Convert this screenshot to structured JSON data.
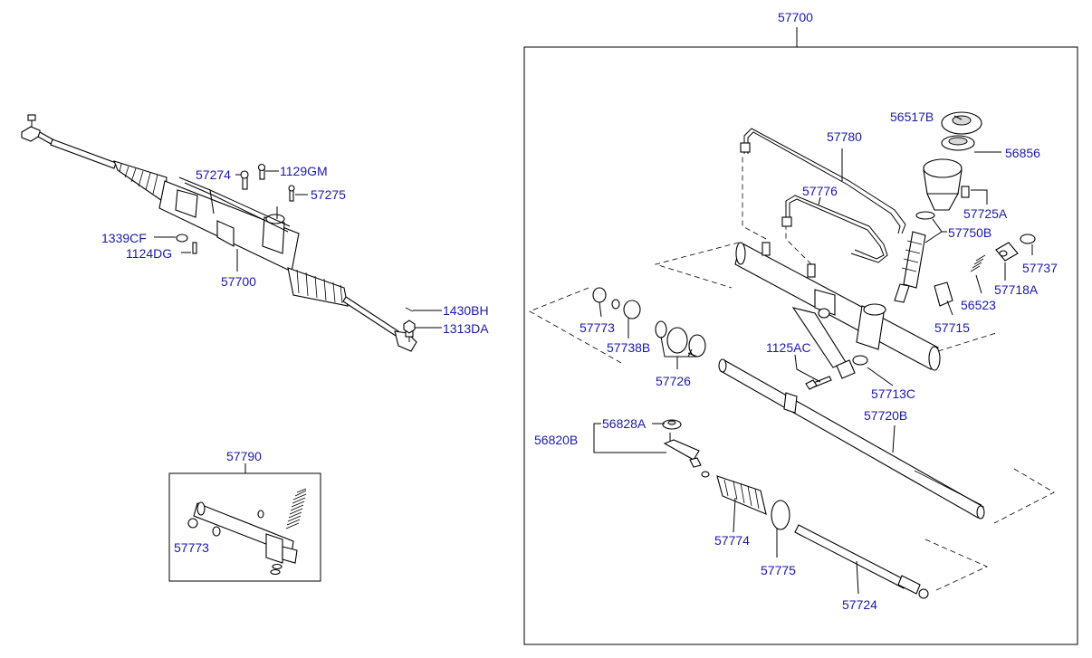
{
  "colors": {
    "label": "#1a1aa8",
    "line": "#000000",
    "background": "#ffffff"
  },
  "labels": {
    "p57700_top": "57700",
    "p57274": "57274",
    "p1129GM": "1129GM",
    "p57275": "57275",
    "p1339CF": "1339CF",
    "p1124DG": "1124DG",
    "p57700_left": "57700",
    "p1430BH": "1430BH",
    "p1313DA": "1313DA",
    "p57790": "57790",
    "p57773_inset": "57773",
    "p56517B": "56517B",
    "p56856": "56856",
    "p57780": "57780",
    "p57776": "57776",
    "p57725A": "57725A",
    "p57750B": "57750B",
    "p57737": "57737",
    "p57718A": "57718A",
    "p56523": "56523",
    "p57715": "57715",
    "p57773": "57773",
    "p57738B": "57738B",
    "p57726": "57726",
    "p1125AC": "1125AC",
    "p57713C": "57713C",
    "p57720B": "57720B",
    "p56828A": "56828A",
    "p56820B": "56820B",
    "p57774": "57774",
    "p57775": "57775",
    "p57724": "57724"
  }
}
